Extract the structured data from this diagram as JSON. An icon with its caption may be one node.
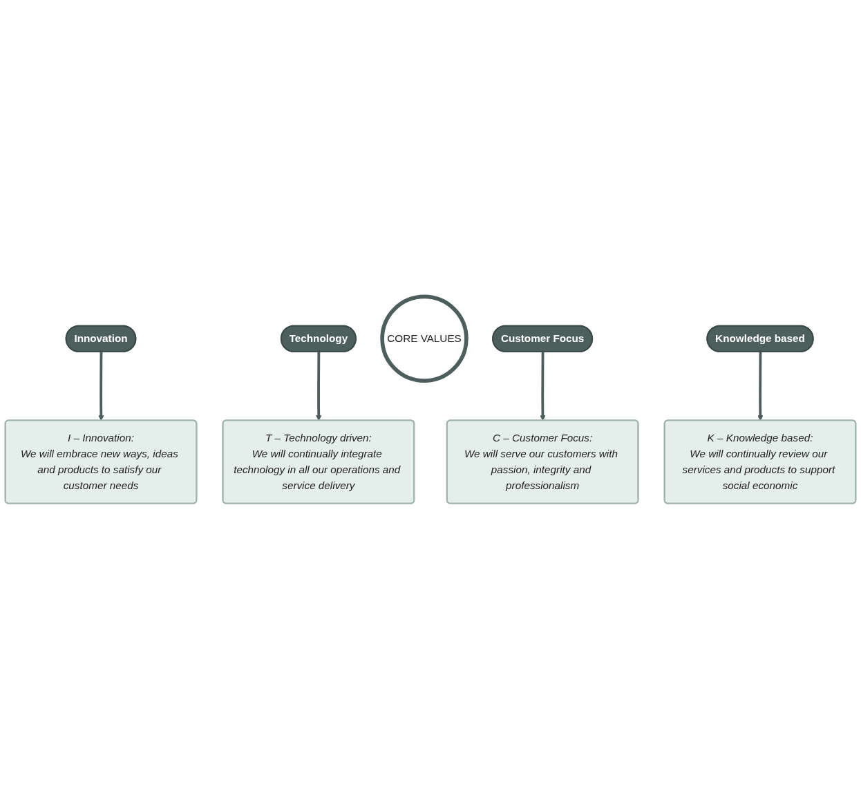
{
  "diagram": {
    "nodes": [
      {
        "text": [
          "I – Innovation:",
          "We will embrace new ways, ideas and products to satisfy our customer needs"
        ]
      },
      {
        "text": [
          "Innovation"
        ]
      },
      {
        "text": [
          "T – Technology driven:",
          "We will continually integrate technology in all our operations and service delivery"
        ]
      },
      {
        "text": [
          "Technology"
        ]
      },
      {
        "text": [
          "CORE VALUES"
        ]
      },
      {
        "text": [
          "Customer Focus"
        ]
      },
      {
        "text": [
          "C – Customer Focus:",
          "We will serve our customers with passion, integrity and professionalism"
        ]
      },
      {
        "text": [
          "Knowledge based"
        ]
      },
      {
        "text": [
          "K – Knowledge based:",
          "We will continually review our services and products to support social economic"
        ]
      }
    ],
    "edges": [
      {
        "from": 1,
        "to": 0,
        "arrow": "to"
      },
      {
        "from": 3,
        "to": 2,
        "arrow": "to"
      },
      {
        "from": 5,
        "to": 6,
        "arrow": "to"
      },
      {
        "from": 7,
        "to": 8,
        "arrow": "to"
      }
    ]
  }
}
